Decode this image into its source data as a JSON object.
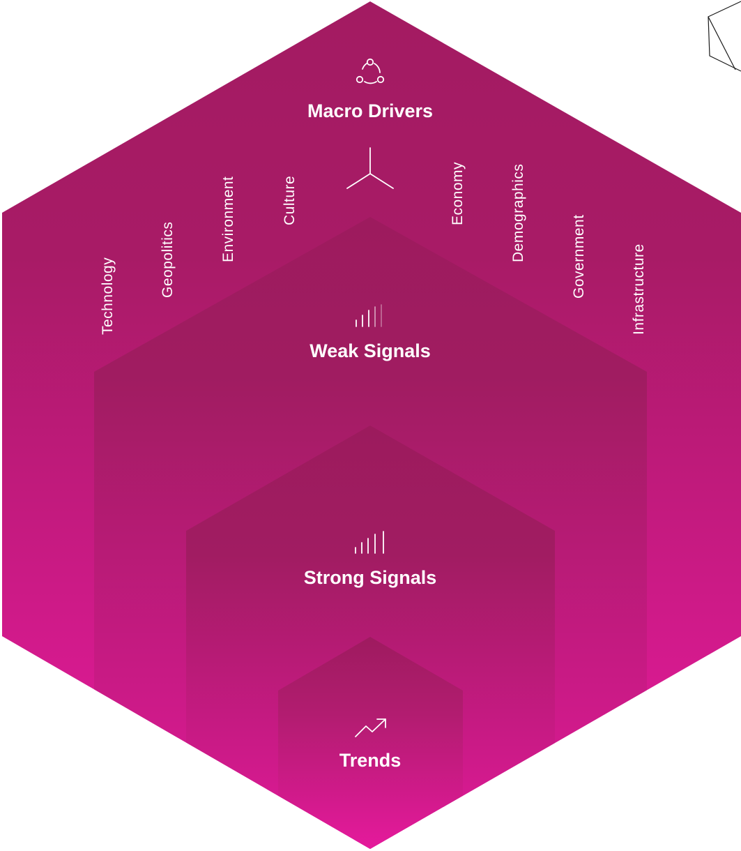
{
  "layers": {
    "macro_drivers": {
      "title": "Macro Drivers",
      "icon": "cycle-icon"
    },
    "weak_signals": {
      "title": "Weak Signals",
      "icon": "weak-signal-bars-icon"
    },
    "strong_signals": {
      "title": "Strong Signals",
      "icon": "strong-signal-bars-icon"
    },
    "trends": {
      "title": "Trends",
      "icon": "trending-up-icon"
    }
  },
  "drivers": [
    "Technology",
    "Geopolitics",
    "Environment",
    "Culture",
    "Economy",
    "Demographics",
    "Government",
    "Infrastructure"
  ],
  "colors": {
    "hex_top": "#a31b62",
    "hex_bottom": "#e8199f",
    "inner_top": "#9d1b5f",
    "inner_bottom": "#e8199f",
    "text": "#ffffff"
  }
}
